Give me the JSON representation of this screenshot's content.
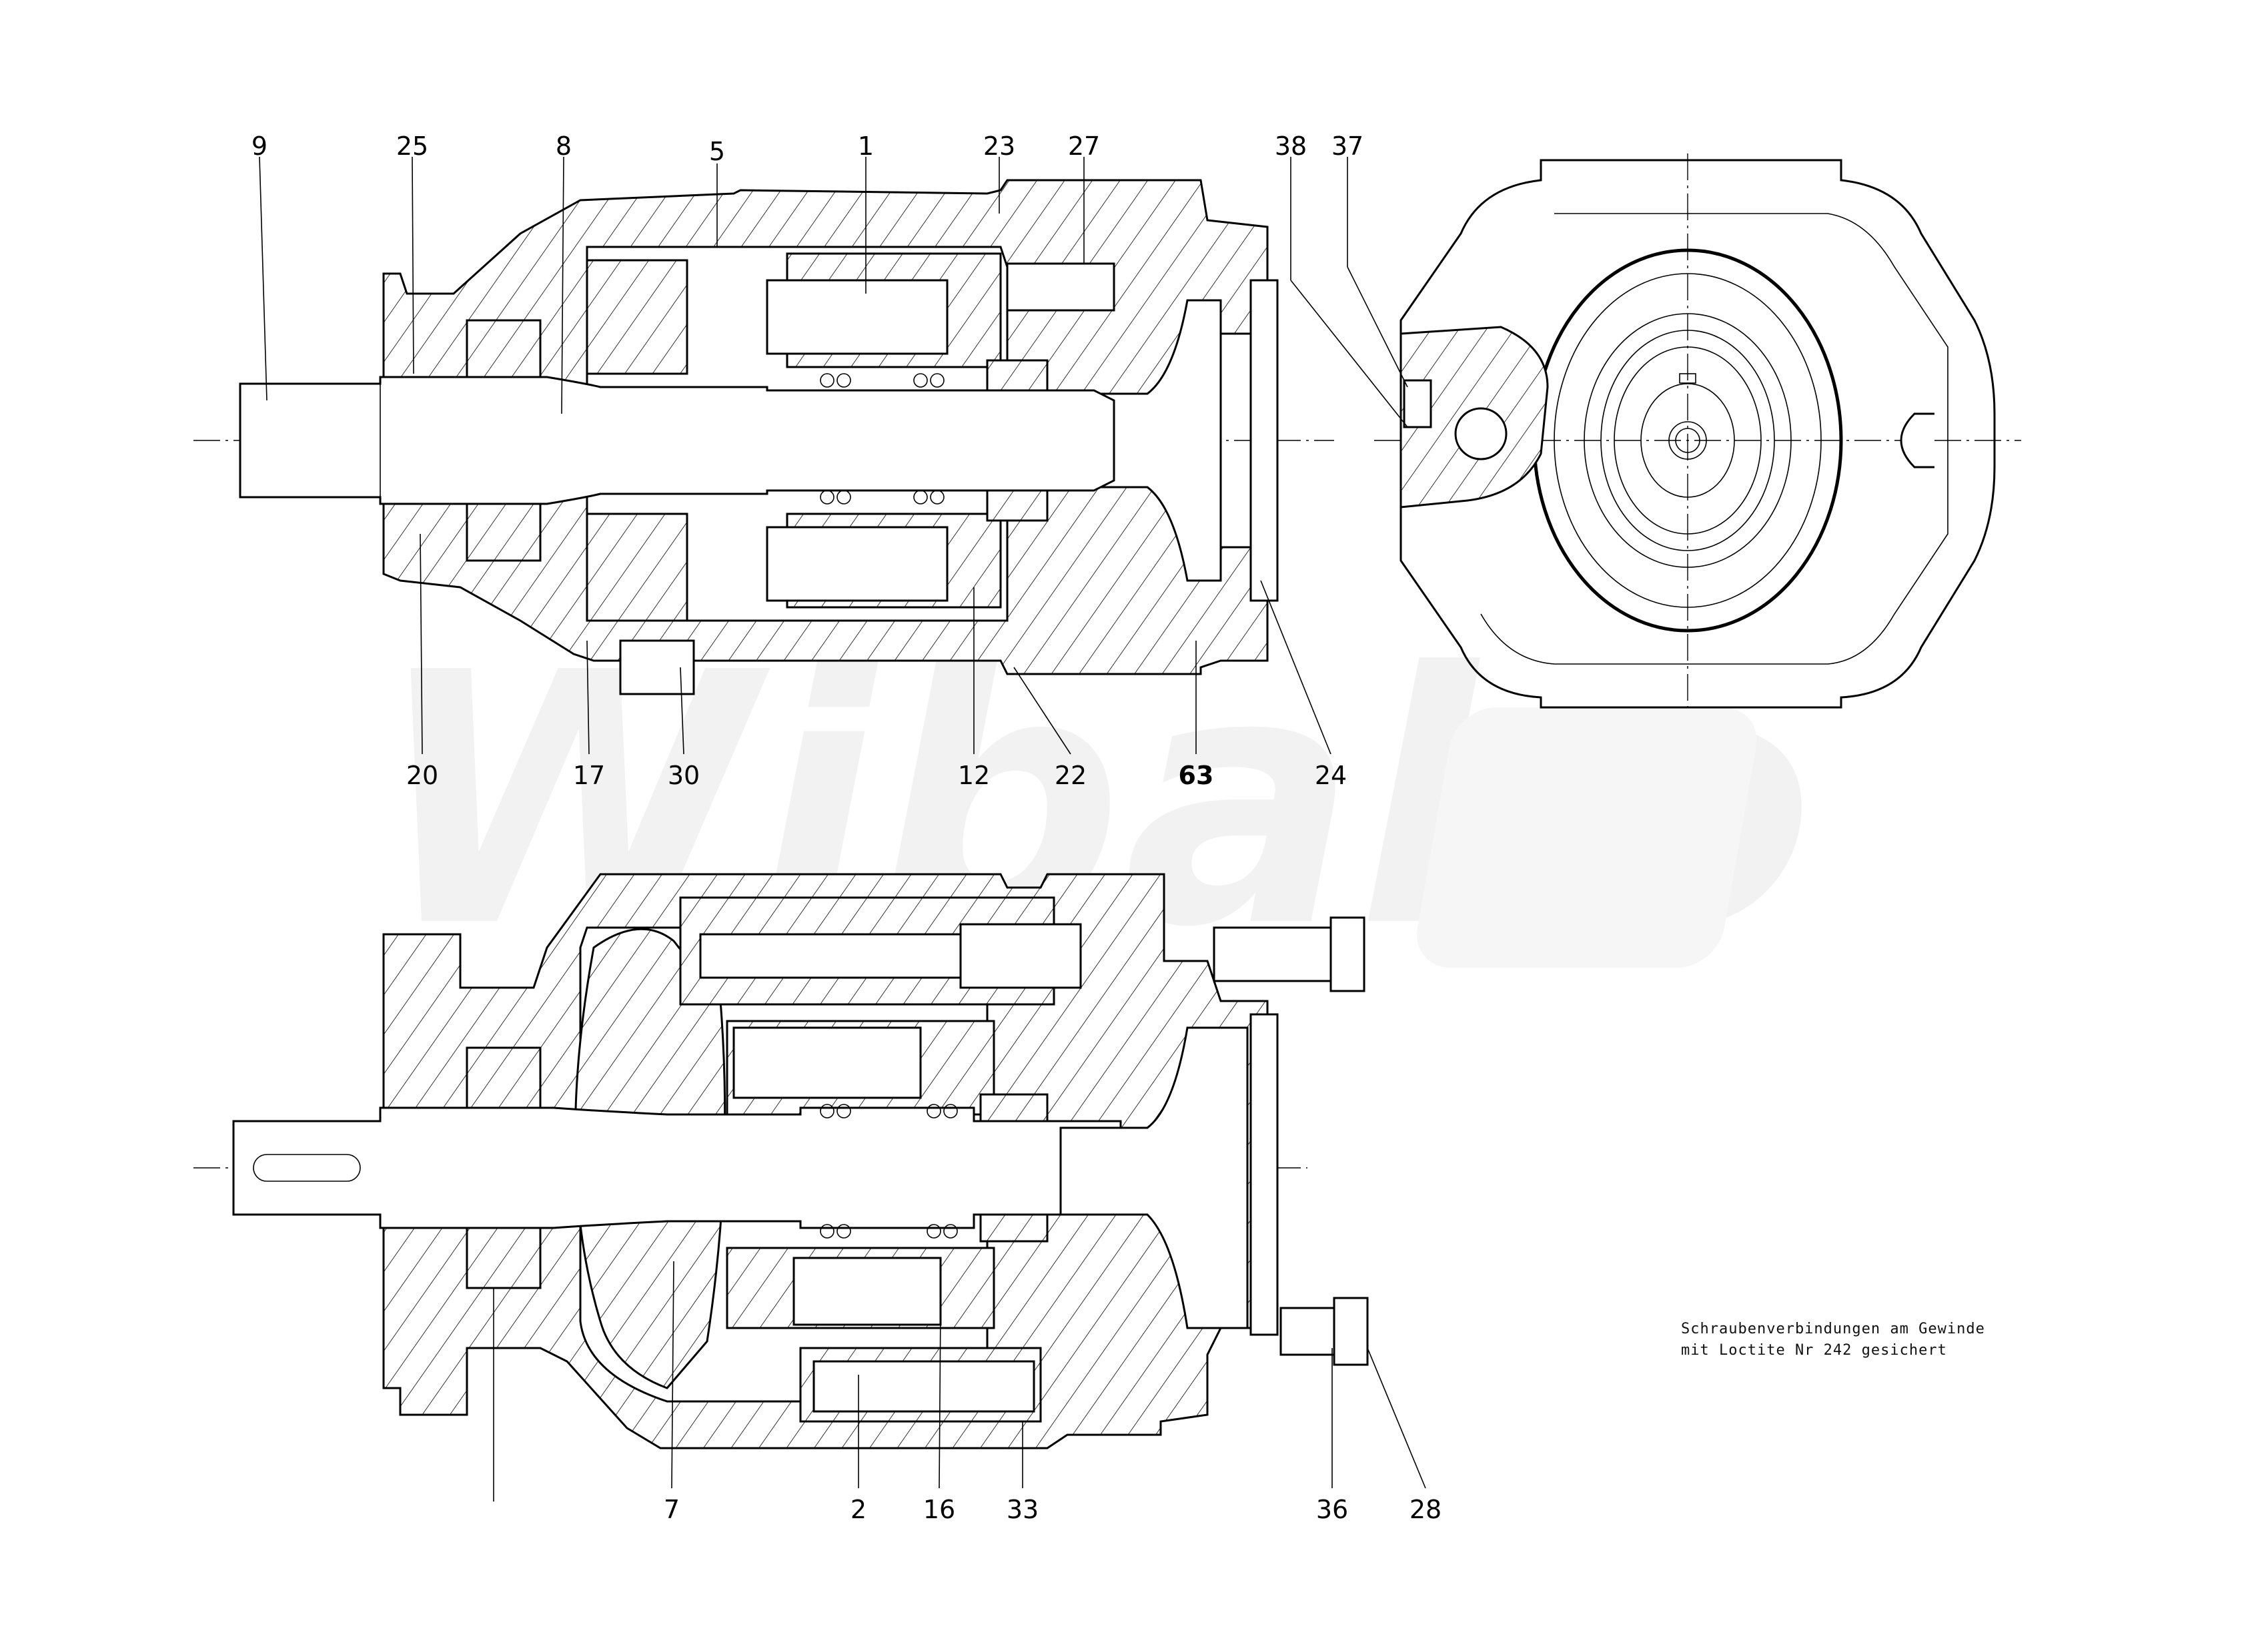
{
  "drawing": {
    "title": "Axial piston pump sectional drawing",
    "watermark": "Wibako",
    "top_section_labels_top": [
      "9",
      "25",
      "8",
      "5",
      "1",
      "23",
      "27",
      "38",
      "37"
    ],
    "top_section_labels_bottom": [
      "20",
      "17",
      "30",
      "12",
      "22",
      "63",
      "24"
    ],
    "bottom_section_labels": [
      "7",
      "2",
      "16",
      "33",
      "36",
      "28"
    ],
    "note": {
      "line1": "Schraubenverbindungen  am  Gewinde",
      "line2": "mit  Loctite  Nr  242  gesichert"
    }
  }
}
